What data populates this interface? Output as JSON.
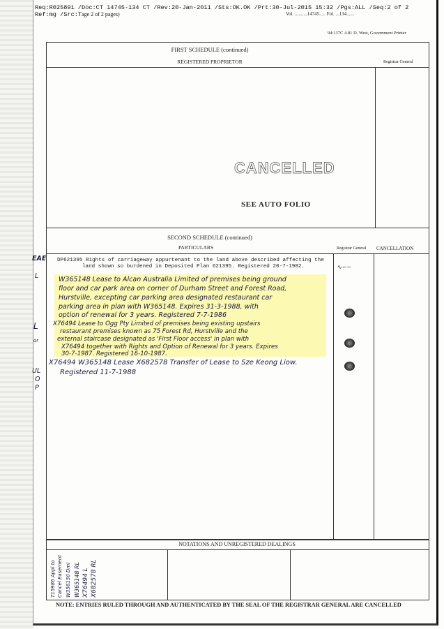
{
  "header": {
    "req_line": "Req:R025891 /Doc:CT 14745-134 CT /Rev:20-Jan-2011 /Sts:OK.OK   /Prt:30-Jul-2015 15:32 /Pgs:ALL /Seq:2 of 2",
    "ref_line": "Ref:mg /Src:T",
    "page_info": "age 2 of 2 pages)",
    "vol_fol": "Vol. ..........14745..... Fol. ...134......",
    "printer": "94:137C 4.81 D. West, Government Printer"
  },
  "first_schedule": {
    "title": "FIRST SCHEDULE (continued)",
    "col_proprietor": "REGISTERED PROPRIETOR",
    "col_registrar": "Registrar General",
    "stamp_cancelled": "CANCELLED",
    "stamp_folio": "SEE AUTO FOLIO"
  },
  "second_schedule": {
    "title": "SECOND SCHEDULE (continued)",
    "col_particulars": "PARTICULARS",
    "col_registrar": "Registrar General",
    "col_cancellation": "CANCELLATION",
    "margin_notes": [
      "EAE",
      "L",
      "L",
      "or",
      "UL",
      "O",
      "P"
    ],
    "entries": [
      {
        "line1": "DP621395 Rights of carriageway appurtenant to the land above described affecting the",
        "line2": "land shown so burdened in Deposited Plan 621395.  Registered 20-7-1982."
      },
      {
        "lines": [
          "W365148 Lease to Alcan Australia Limited of premises being ground",
          "floor and car park area on corner of Durham Street and Forest Road,",
          "Hurstville, excepting car parking area designated restaurant car",
          "parking area in plan with W365148. Expires 31-3-1988, with",
          "option of renewal for 3 years. Registered 7-7-1986"
        ]
      },
      {
        "lines": [
          "X76494 Lease to Ogg Pty Limited of premises being existing upstairs",
          "restaurant premises known as 75 Forest Rd, Hurstville and the",
          "external staircase designated as 'First Floor access' in plan with",
          "X76494 together with Rights and Option of Renewal for 3 years. Expires",
          "30-7-1987. Registered 16-10-1987."
        ]
      },
      {
        "lines": [
          "X76494 W365148 Lease X682578 Transfer of Lease to Sze Keong Liow.",
          "Registered 11-7-1988"
        ]
      }
    ]
  },
  "notations": {
    "title": "NOTATIONS AND UNREGISTERED DEALINGS",
    "handwritten": [
      "T15986 Appl to",
      "Cancel Easement",
      "W356150 Dml",
      "W365148 RL",
      "X76494 L",
      "X682578 RL"
    ]
  },
  "footer_note": "NOTE: ENTRIES RULED THROUGH AND AUTHENTICATED BY THE SEAL OF THE REGISTRAR GENERAL ARE CANCELLED"
}
